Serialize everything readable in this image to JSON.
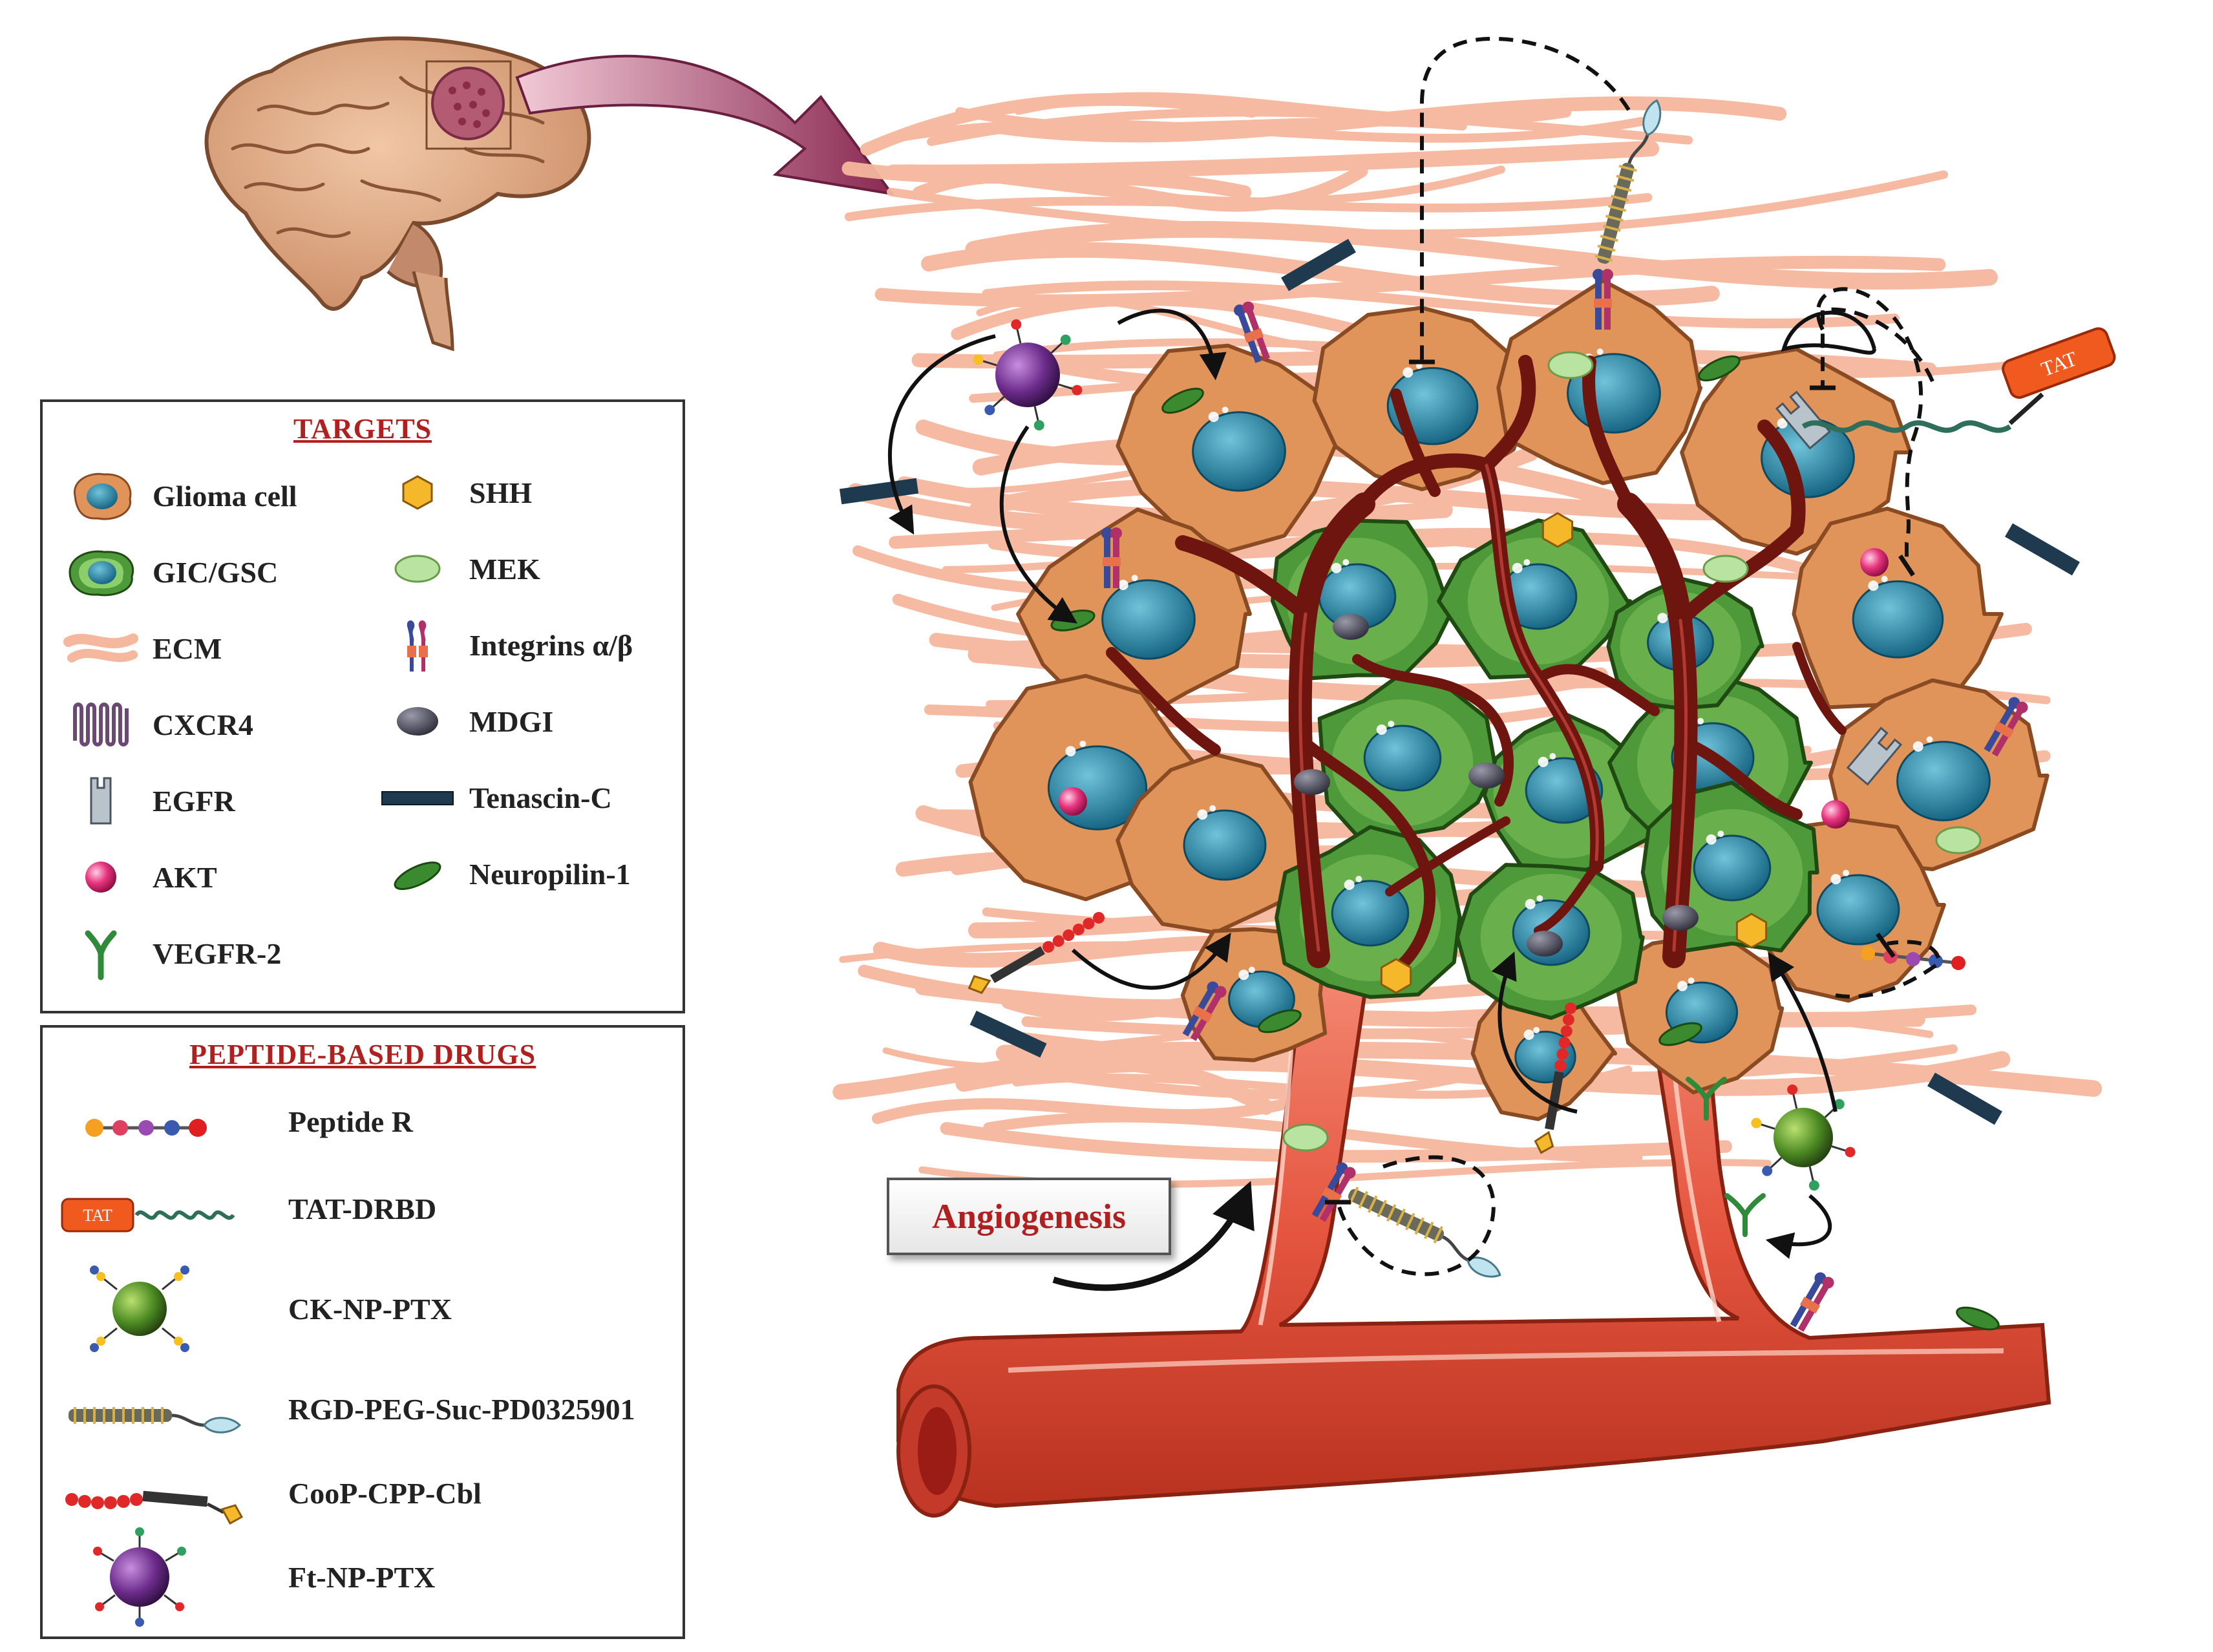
{
  "targets_legend": {
    "title": "TARGETS",
    "left_column": [
      {
        "label": "Glioma cell",
        "icon": "glioma-cell-icon"
      },
      {
        "label": "GIC/GSC",
        "icon": "gic-gsc-cell-icon"
      },
      {
        "label": "ECM",
        "icon": "ecm-fiber-icon"
      },
      {
        "label": "CXCR4",
        "icon": "cxcr4-receptor-icon"
      },
      {
        "label": "EGFR",
        "icon": "egfr-receptor-icon"
      },
      {
        "label": "AKT",
        "icon": "akt-sphere-icon"
      },
      {
        "label": "VEGFR-2",
        "icon": "vegfr2-receptor-icon"
      }
    ],
    "right_column": [
      {
        "label": "SHH",
        "icon": "shh-hexagon-icon"
      },
      {
        "label": "MEK",
        "icon": "mek-ellipse-icon"
      },
      {
        "label": "Integrins α/β",
        "icon": "integrins-icon"
      },
      {
        "label": "MDGI",
        "icon": "mdgi-ellipse-icon"
      },
      {
        "label": "Tenascin-C",
        "icon": "tenascin-c-bar-icon"
      },
      {
        "label": "Neuropilin-1",
        "icon": "neuropilin-1-icon"
      }
    ]
  },
  "drugs_legend": {
    "title": "PEPTIDE-BASED DRUGS",
    "items": [
      {
        "label": "Peptide R",
        "icon": "peptide-r-icon"
      },
      {
        "label": "TAT-DRBD",
        "icon": "tat-drbd-icon"
      },
      {
        "label": "CK-NP-PTX",
        "icon": "ck-np-ptx-icon"
      },
      {
        "label": "RGD-PEG-Suc-PD0325901",
        "icon": "rgd-peg-suc-icon"
      },
      {
        "label": "CooP-CPP-Cbl",
        "icon": "coop-cpp-cbl-icon"
      },
      {
        "label": "Ft-NP-PTX",
        "icon": "ft-np-ptx-icon"
      }
    ]
  },
  "tat_tag": "TAT",
  "angiogenesis_label": "Angiogenesis",
  "colors": {
    "glioma": "#e0945a",
    "gsc": "#4e9a3a",
    "nucleus": "#1f7fa0",
    "ecm": "#f6b9a0",
    "vessel": "#e9604c",
    "dark_vessel": "#6e1510",
    "tenascin": "#1f3a4e",
    "title_red": "#b02020"
  }
}
